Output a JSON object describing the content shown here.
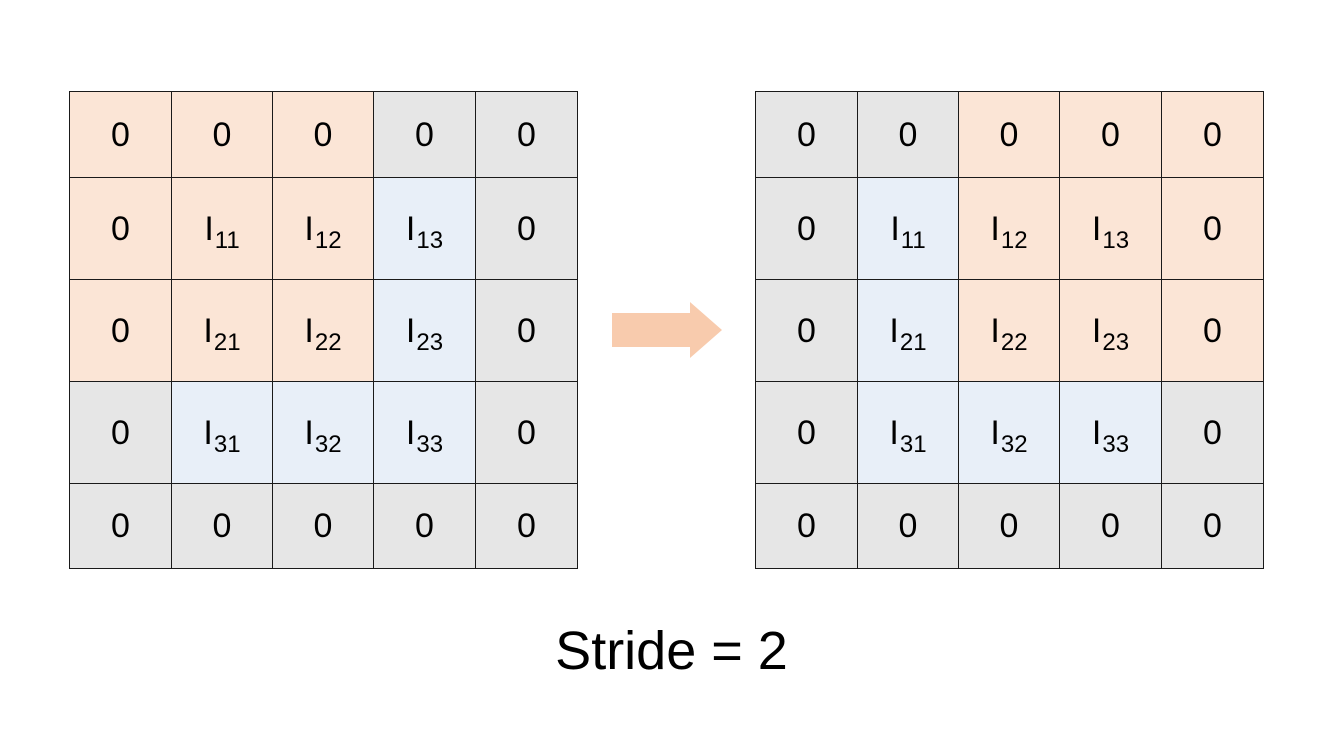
{
  "grids": [
    {
      "cells": [
        [
          {
            "main": "0",
            "sub": "",
            "fill": "orange"
          },
          {
            "main": "0",
            "sub": "",
            "fill": "orange"
          },
          {
            "main": "0",
            "sub": "",
            "fill": "orange"
          },
          {
            "main": "0",
            "sub": "",
            "fill": "gray"
          },
          {
            "main": "0",
            "sub": "",
            "fill": "gray"
          }
        ],
        [
          {
            "main": "0",
            "sub": "",
            "fill": "orange"
          },
          {
            "main": "I",
            "sub": "11",
            "fill": "orange"
          },
          {
            "main": "I",
            "sub": "12",
            "fill": "orange"
          },
          {
            "main": "I",
            "sub": "13",
            "fill": "blue"
          },
          {
            "main": "0",
            "sub": "",
            "fill": "gray"
          }
        ],
        [
          {
            "main": "0",
            "sub": "",
            "fill": "orange"
          },
          {
            "main": "I",
            "sub": "21",
            "fill": "orange"
          },
          {
            "main": "I",
            "sub": "22",
            "fill": "orange"
          },
          {
            "main": "I",
            "sub": "23",
            "fill": "blue"
          },
          {
            "main": "0",
            "sub": "",
            "fill": "gray"
          }
        ],
        [
          {
            "main": "0",
            "sub": "",
            "fill": "gray"
          },
          {
            "main": "I",
            "sub": "31",
            "fill": "blue"
          },
          {
            "main": "I",
            "sub": "32",
            "fill": "blue"
          },
          {
            "main": "I",
            "sub": "33",
            "fill": "blue"
          },
          {
            "main": "0",
            "sub": "",
            "fill": "gray"
          }
        ],
        [
          {
            "main": "0",
            "sub": "",
            "fill": "gray"
          },
          {
            "main": "0",
            "sub": "",
            "fill": "gray"
          },
          {
            "main": "0",
            "sub": "",
            "fill": "gray"
          },
          {
            "main": "0",
            "sub": "",
            "fill": "gray"
          },
          {
            "main": "0",
            "sub": "",
            "fill": "gray"
          }
        ]
      ]
    },
    {
      "cells": [
        [
          {
            "main": "0",
            "sub": "",
            "fill": "gray"
          },
          {
            "main": "0",
            "sub": "",
            "fill": "gray"
          },
          {
            "main": "0",
            "sub": "",
            "fill": "orange"
          },
          {
            "main": "0",
            "sub": "",
            "fill": "orange"
          },
          {
            "main": "0",
            "sub": "",
            "fill": "orange"
          }
        ],
        [
          {
            "main": "0",
            "sub": "",
            "fill": "gray"
          },
          {
            "main": "I",
            "sub": "11",
            "fill": "blue"
          },
          {
            "main": "I",
            "sub": "12",
            "fill": "orange"
          },
          {
            "main": "I",
            "sub": "13",
            "fill": "orange"
          },
          {
            "main": "0",
            "sub": "",
            "fill": "orange"
          }
        ],
        [
          {
            "main": "0",
            "sub": "",
            "fill": "gray"
          },
          {
            "main": "I",
            "sub": "21",
            "fill": "blue"
          },
          {
            "main": "I",
            "sub": "22",
            "fill": "orange"
          },
          {
            "main": "I",
            "sub": "23",
            "fill": "orange"
          },
          {
            "main": "0",
            "sub": "",
            "fill": "orange"
          }
        ],
        [
          {
            "main": "0",
            "sub": "",
            "fill": "gray"
          },
          {
            "main": "I",
            "sub": "31",
            "fill": "blue"
          },
          {
            "main": "I",
            "sub": "32",
            "fill": "blue"
          },
          {
            "main": "I",
            "sub": "33",
            "fill": "blue"
          },
          {
            "main": "0",
            "sub": "",
            "fill": "gray"
          }
        ],
        [
          {
            "main": "0",
            "sub": "",
            "fill": "gray"
          },
          {
            "main": "0",
            "sub": "",
            "fill": "gray"
          },
          {
            "main": "0",
            "sub": "",
            "fill": "gray"
          },
          {
            "main": "0",
            "sub": "",
            "fill": "gray"
          },
          {
            "main": "0",
            "sub": "",
            "fill": "gray"
          }
        ]
      ]
    }
  ],
  "colors": {
    "orange": "#fbe5d6",
    "blue": "#e8eff8",
    "gray": "#e6e6e6",
    "arrow": "#f8cbad",
    "border": "#1a1a1a"
  },
  "arrow": {
    "icon": "arrow-right-icon"
  },
  "caption": "Stride = 2"
}
